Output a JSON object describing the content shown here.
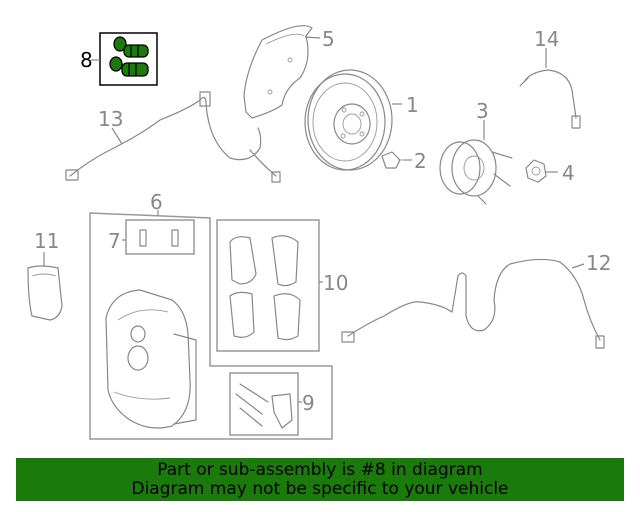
{
  "callouts": {
    "c1": "1",
    "c2": "2",
    "c3": "3",
    "c4": "4",
    "c5": "5",
    "c6": "6",
    "c7": "7",
    "c8": "8",
    "c9": "9",
    "c10": "10",
    "c11": "11",
    "c12": "12",
    "c13": "13",
    "c14": "14"
  },
  "highlight": {
    "part_number": "8",
    "color": "#1a7a0a"
  },
  "banner": {
    "line1": "Part or sub-assembly is #8 in diagram",
    "line2": "Diagram may not be specific to your vehicle",
    "background": "#1a7a0a"
  }
}
